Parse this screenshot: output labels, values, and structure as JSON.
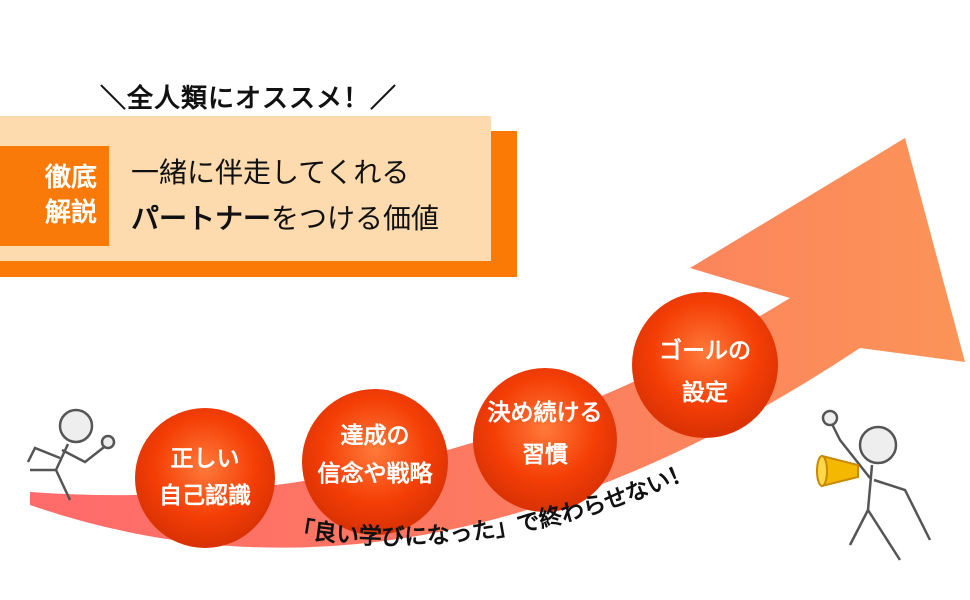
{
  "tagline": "＼全人類にオススメ！／",
  "badge": {
    "line1": "徹底",
    "line2": "解説"
  },
  "headline": {
    "line1": "一緒に伴走してくれる",
    "line2_bold": "パートナー",
    "line2_rest": "をつける価値"
  },
  "steps": [
    {
      "line1": "正しい",
      "line2": "自己認識"
    },
    {
      "line1": "達成の",
      "line2": "信念や戦略"
    },
    {
      "line1": "決め続ける",
      "line2": "習慣"
    },
    {
      "line1": "ゴールの",
      "line2": "設定"
    }
  ],
  "arrow_caption": "「良い学びになった」で終わらせない！",
  "colors": {
    "orange": "#fb7a06",
    "panel": "#fddbae",
    "ball": "#e83a05",
    "arrow": "#fb8a5a"
  }
}
